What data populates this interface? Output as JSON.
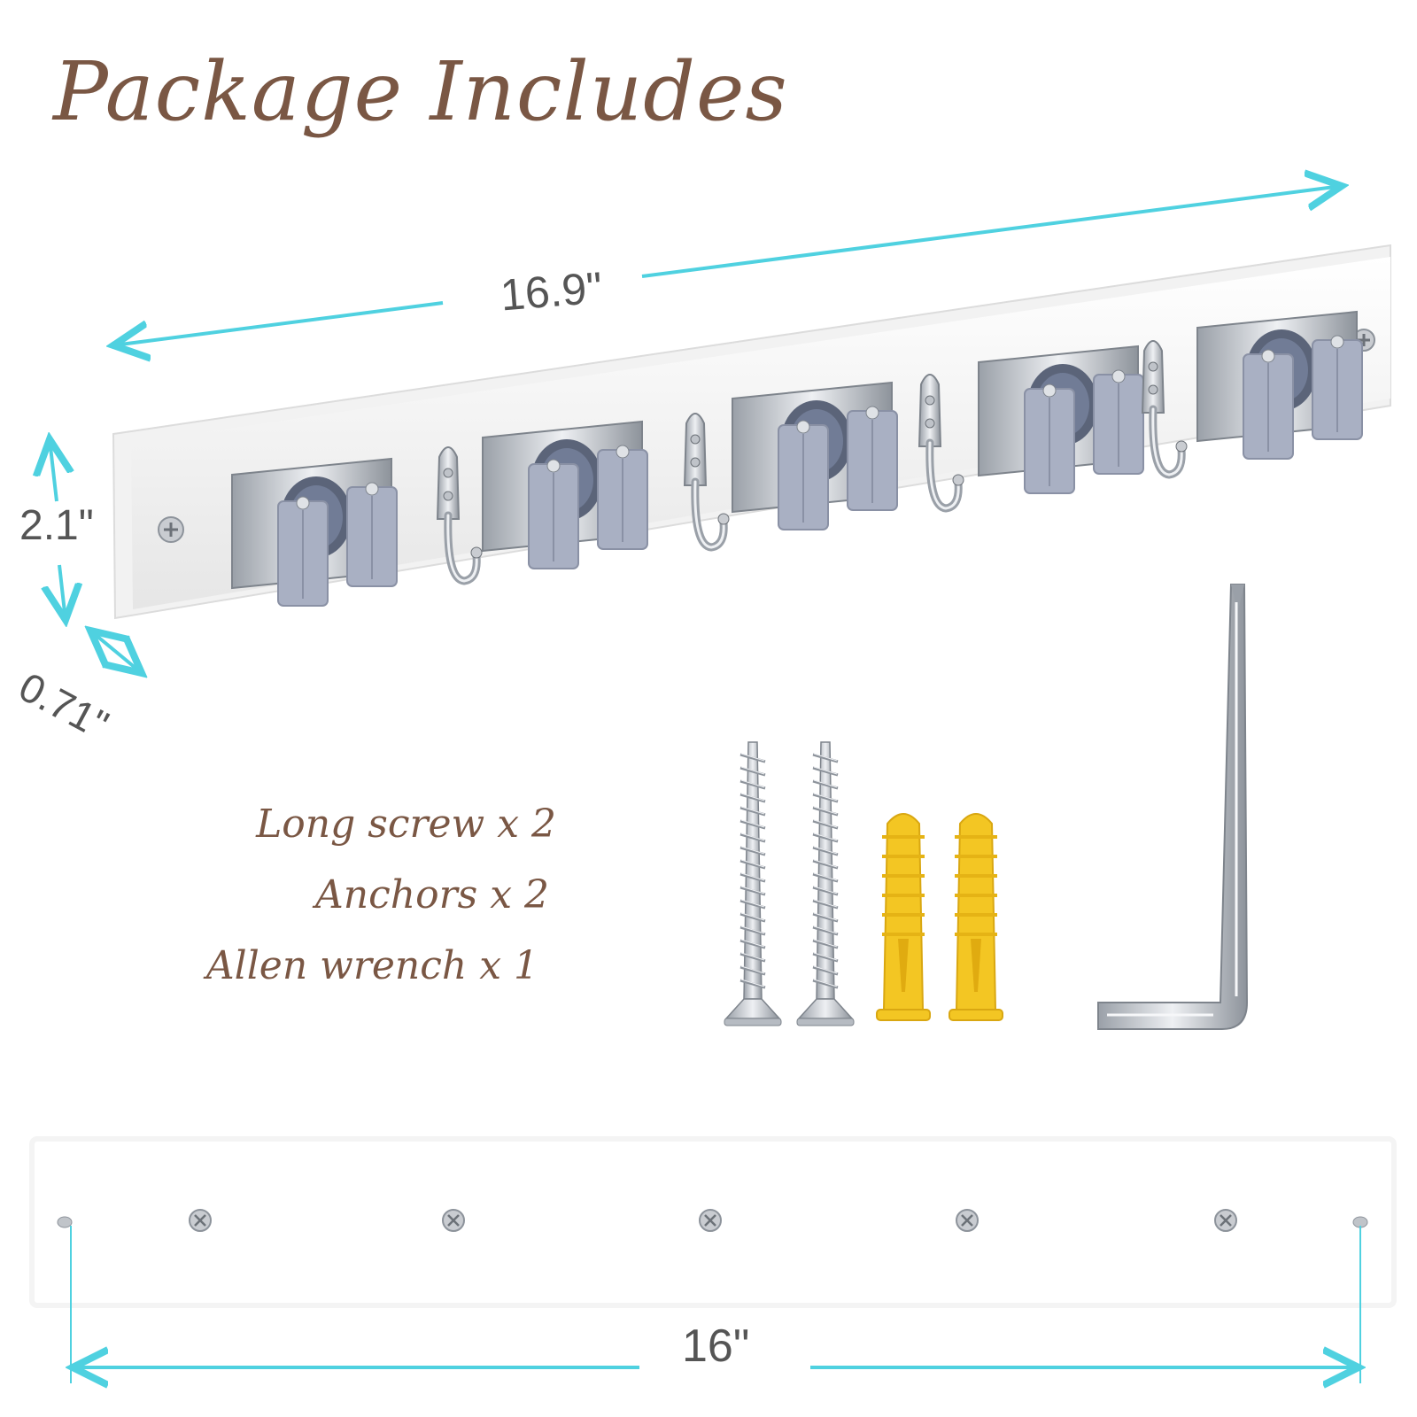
{
  "title": "Package Includes",
  "dimensions": {
    "length": "16.9\"",
    "height": "2.1\"",
    "depth": "0.71\"",
    "hole_spacing": "16\""
  },
  "contents": [
    {
      "label": "Long screw x 2"
    },
    {
      "label": "Anchors x 2"
    },
    {
      "label": "Allen wrench x 1"
    }
  ],
  "colors": {
    "title_text": "#7a5744",
    "dimension_arrow": "#4fd1e0",
    "dimension_text": "#555555",
    "rack_board": "#ffffff",
    "clip_gray": "#a9b0c3",
    "metal": "#c8ccd2",
    "anchor_yellow": "#f3c623"
  }
}
